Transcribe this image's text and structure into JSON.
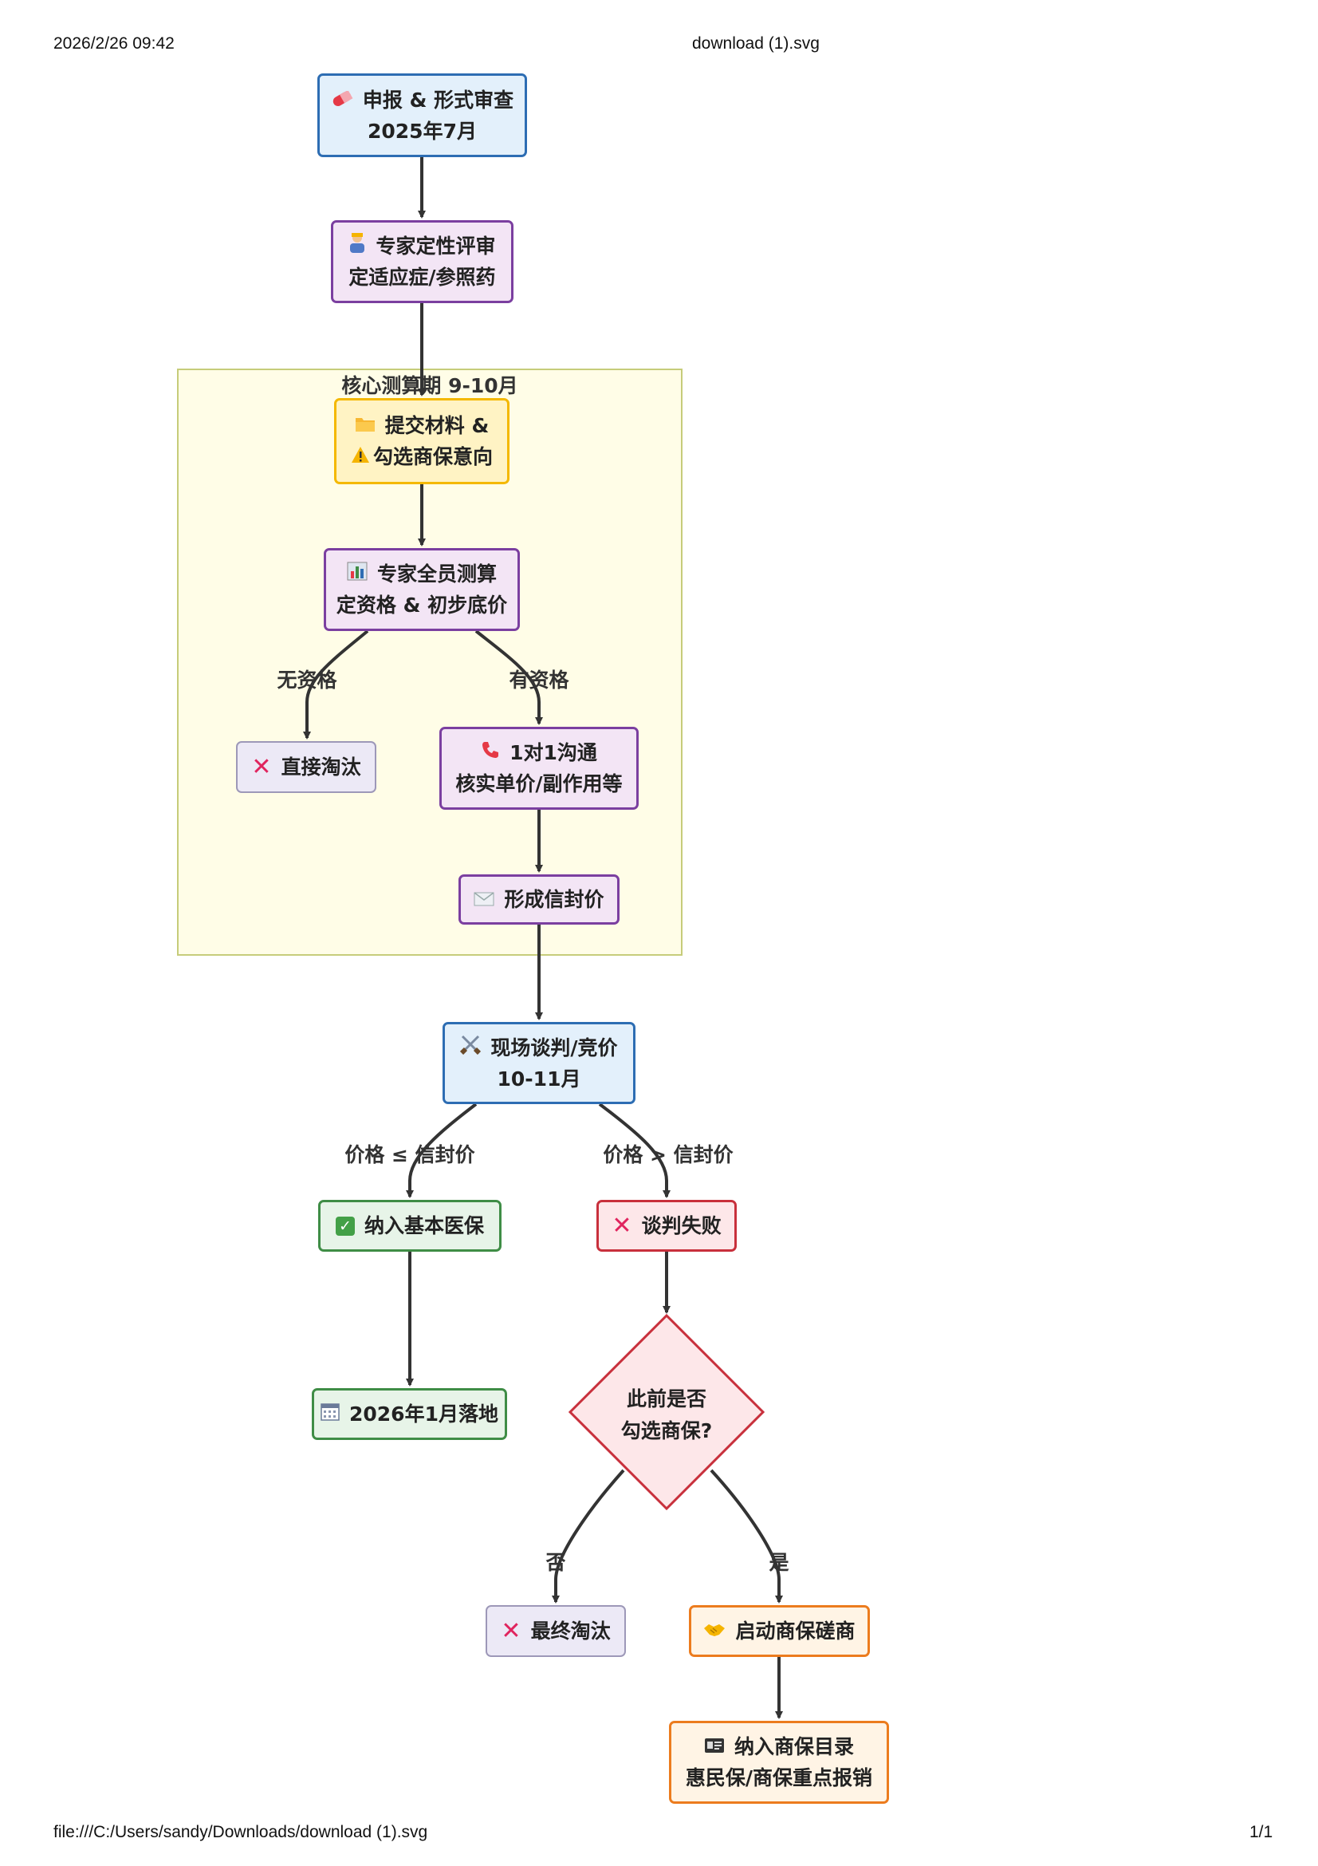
{
  "header": {
    "datetime": "2026/2/26 09:42",
    "title": "download (1).svg"
  },
  "footer": {
    "path": "file:///C:/Users/sandy/Downloads/download (1).svg",
    "page": "1/1"
  },
  "cluster": {
    "title": "核心测算期 9-10月"
  },
  "nodes": {
    "declare": {
      "line1": "申报 & 形式审查",
      "line2": "2025年7月"
    },
    "expert_review": {
      "line1": "专家定性评审",
      "line2": "定适应症/参照药"
    },
    "submit": {
      "line1": "提交材料 &",
      "line2": "勾选商保意向"
    },
    "calc": {
      "line1": "专家全员测算",
      "line2": "定资格 & 初步底价"
    },
    "eliminate_direct": {
      "line1": "直接淘汰"
    },
    "one_on_one": {
      "line1": "1对1沟通",
      "line2": "核实单价/副作用等"
    },
    "envelope": {
      "line1": "形成信封价"
    },
    "negotiate": {
      "line1": "现场谈判/竞价",
      "line2": "10-11月"
    },
    "include_basic": {
      "line1": "纳入基本医保"
    },
    "fail": {
      "line1": "谈判失败"
    },
    "land": {
      "line1": "2026年1月落地"
    },
    "decision": {
      "line1": "此前是否",
      "line2": "勾选商保?"
    },
    "final_eliminate": {
      "line1": "最终淘汰"
    },
    "commercial": {
      "line1": "启动商保磋商"
    },
    "commercial_list": {
      "line1": "纳入商保目录",
      "line2": "惠民保/商保重点报销"
    }
  },
  "edge_labels": {
    "no_qualify": "无资格",
    "qualify": "有资格",
    "price_le": "价格 ≤ 信封价",
    "price_gt": "价格 > 信封价",
    "no": "否",
    "yes": "是"
  },
  "icons": {
    "declare": "pill-icon",
    "expert_review": "expert-icon",
    "submit": "folder-icon",
    "submit_warn": "warning-icon",
    "calc": "chart-icon",
    "eliminate": "cross-mark-icon",
    "one_on_one": "phone-icon",
    "envelope": "envelope-icon",
    "negotiate": "crossed-swords-icon",
    "include": "check-mark-icon",
    "land": "calendar-icon",
    "commercial": "handshake-icon",
    "commercial_list": "id-card-icon"
  },
  "colors": {
    "blue": "#2d6db3",
    "purple": "#7b3fa0",
    "yellow": "#f4b800",
    "green": "#3f8d46",
    "red": "#c8303c",
    "orange": "#ec7c1e",
    "cluster_fill": "#fffde7"
  }
}
